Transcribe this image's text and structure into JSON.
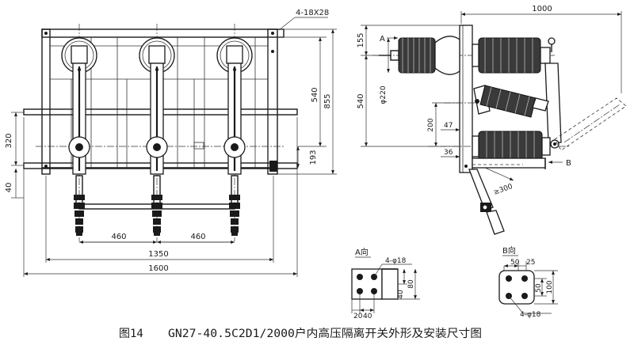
{
  "front": {
    "dims": {
      "holes": "4-18X28",
      "d540": "540",
      "d855": "855",
      "d320": "320",
      "d193": "193",
      "d40": "40",
      "d460a": "460",
      "d460b": "460",
      "d1350": "1350",
      "d1600": "1600"
    }
  },
  "side": {
    "dims": {
      "d1000": "1000",
      "d155": "155",
      "labelA": "A",
      "d540": "540",
      "phi220": "φ220",
      "d200": "200",
      "d47": "47",
      "d36": "36",
      "d300": "≥300",
      "labelB": "B"
    }
  },
  "viewA": {
    "title": "A向",
    "holes": "4-φ18",
    "d40v": "40",
    "d80": "80",
    "d20": "20",
    "d40h": "40"
  },
  "viewB": {
    "title": "B向",
    "d50": "50",
    "d25": "25",
    "d50v": "50",
    "d100": "100",
    "holes": "4-φ18"
  },
  "caption": {
    "figure": "图14",
    "title": "GN27-40.5C2D1/2000户内高压隔离开关外形及安装尺寸图"
  }
}
